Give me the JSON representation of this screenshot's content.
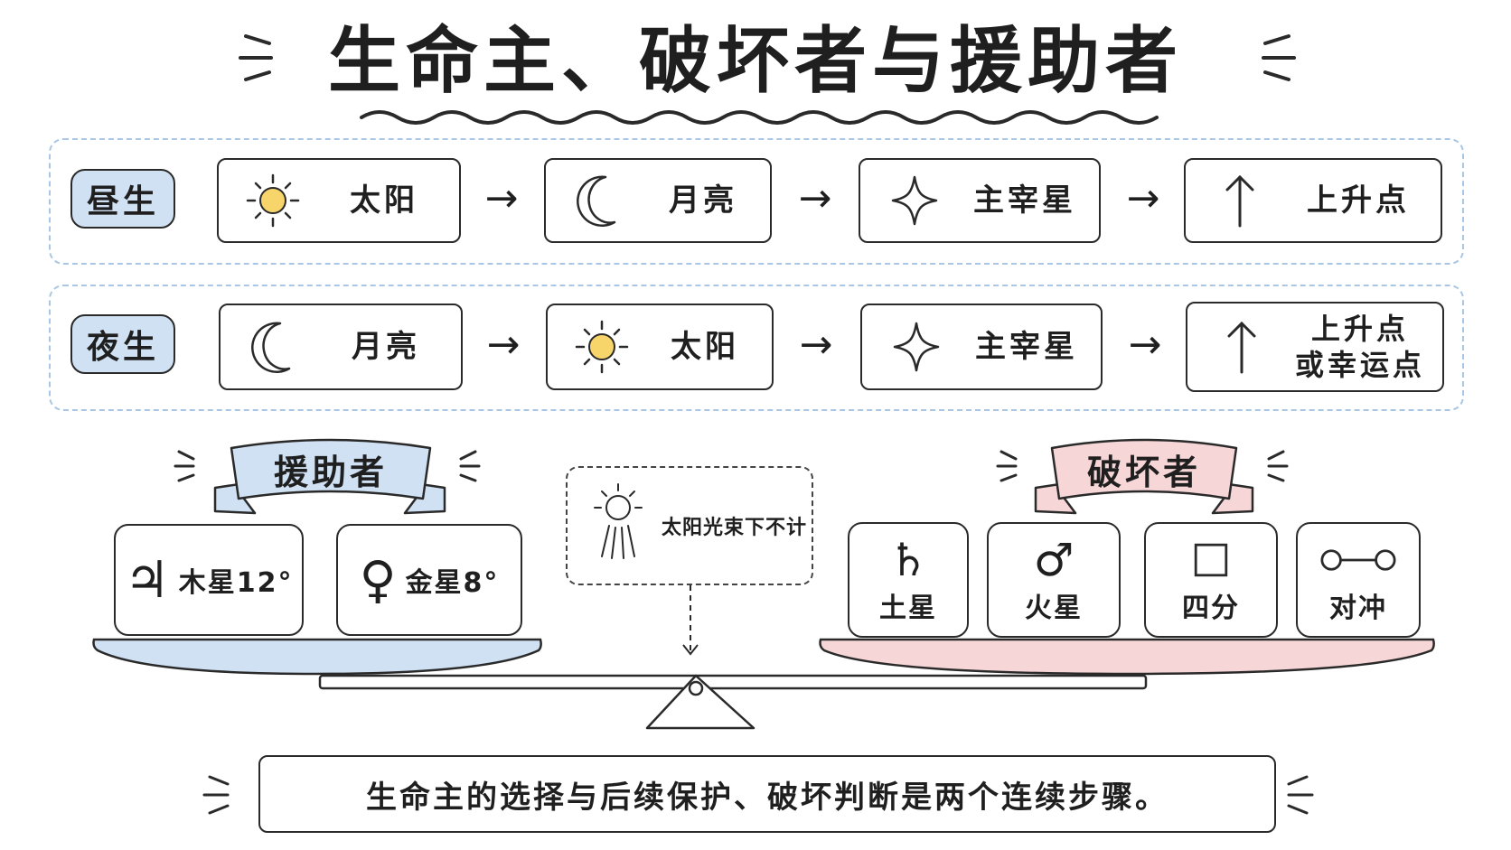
{
  "title": "生命主、破坏者与援助者",
  "day_row": {
    "label": "昼生",
    "steps": [
      {
        "icon": "sun-icon",
        "label": "太阳"
      },
      {
        "icon": "crescent-moon-icon",
        "label": "月亮"
      },
      {
        "icon": "four-point-star-icon",
        "label": "主宰星"
      },
      {
        "icon": "up-arrow-icon",
        "label": "上升点"
      }
    ]
  },
  "night_row": {
    "label": "夜生",
    "steps": [
      {
        "icon": "crescent-moon-icon",
        "label": "月亮"
      },
      {
        "icon": "sun-icon",
        "label": "太阳"
      },
      {
        "icon": "four-point-star-icon",
        "label": "主宰星"
      },
      {
        "icon": "up-arrow-icon",
        "label_line1": "上升点",
        "label_line2": "或幸运点"
      }
    ]
  },
  "arrow_glyph": "→",
  "helpers": {
    "banner": "援助者",
    "items": [
      {
        "icon": "jupiter-icon",
        "glyph": "♃",
        "label": "木星12°"
      },
      {
        "icon": "venus-icon",
        "glyph": "♀",
        "label": "金星8°"
      }
    ]
  },
  "note": {
    "icon": "sun-rays-icon",
    "text": "太阳光束下不计"
  },
  "destroyers": {
    "banner": "破坏者",
    "items": [
      {
        "icon": "saturn-icon",
        "glyph": "♄",
        "label": "土星"
      },
      {
        "icon": "mars-icon",
        "glyph": "♂",
        "label": "火星"
      },
      {
        "icon": "square-aspect-icon",
        "label": "四分"
      },
      {
        "icon": "opposition-aspect-icon",
        "label": "对冲"
      }
    ]
  },
  "footer": "生命主的选择与后续保护、破坏判断是两个连续步骤。",
  "colors": {
    "blue_fill": "#cfe1f3",
    "pink_fill": "#f7d6d8",
    "dashed_blue": "#a9c7e4",
    "sun_yellow": "#f8d56a",
    "ink": "#1f1f1f"
  }
}
